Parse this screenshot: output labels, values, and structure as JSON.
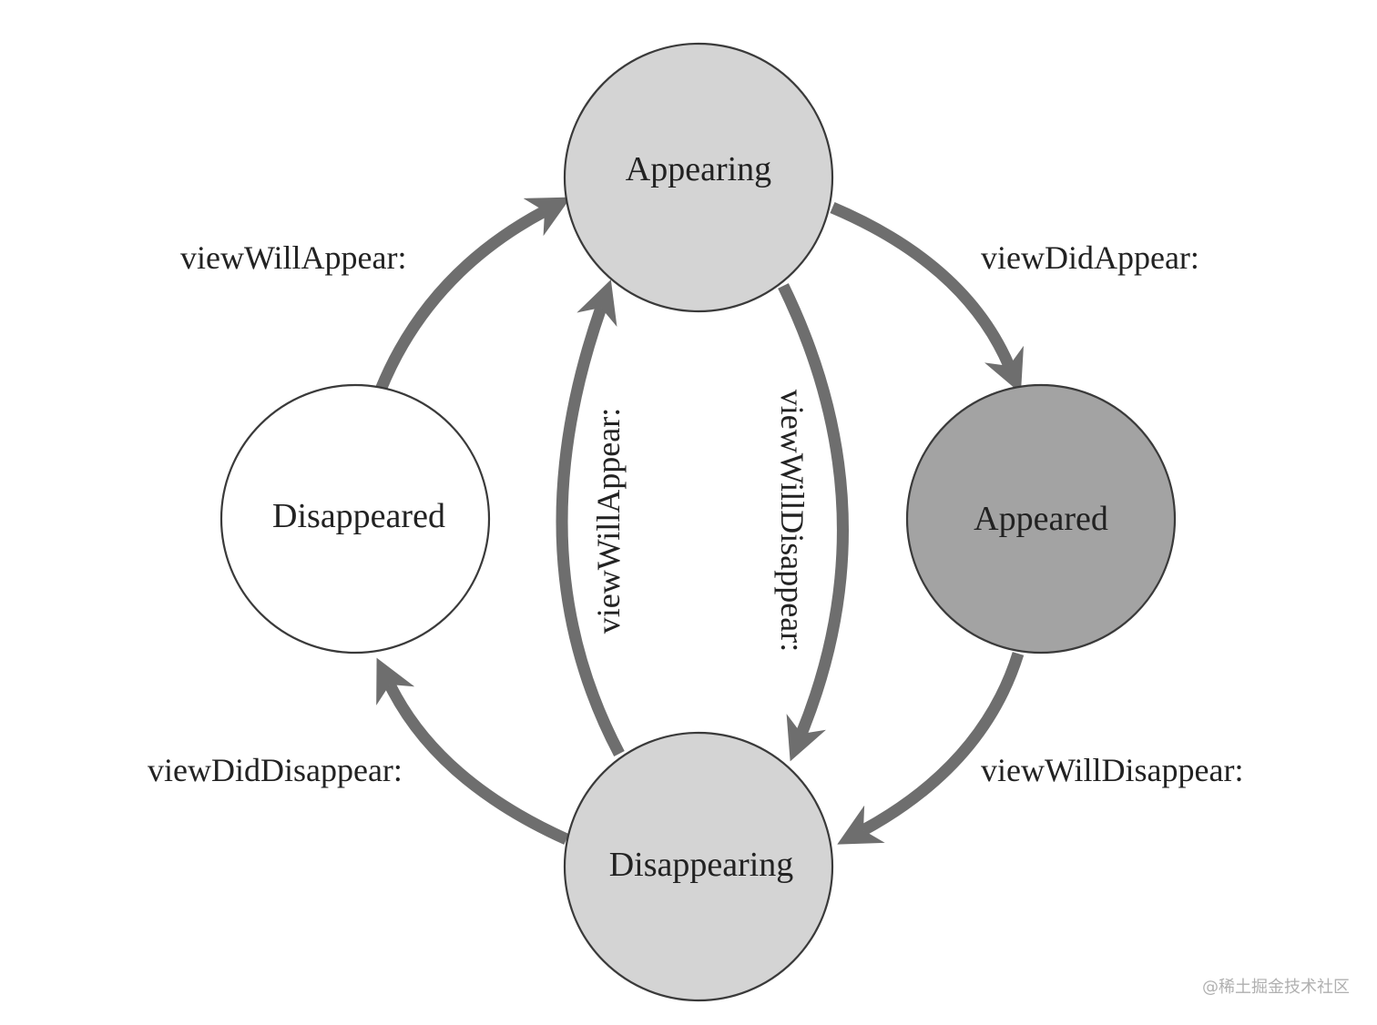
{
  "nodes": {
    "appearing": {
      "label": "Appearing",
      "fill": "#d4d4d4"
    },
    "appeared": {
      "label": "Appeared",
      "fill": "#a3a3a3"
    },
    "disappearing": {
      "label": "Disappearing",
      "fill": "#d4d4d4"
    },
    "disappeared": {
      "label": "Disappeared",
      "fill": "#ffffff"
    }
  },
  "edges": {
    "disappeared_to_appearing": "viewWillAppear:",
    "appearing_to_appeared": "viewDidAppear:",
    "appeared_to_disappearing": "viewWillDisappear:",
    "disappearing_to_disappeared": "viewDidDisappear:",
    "disappearing_to_appearing": "viewWillAppear:",
    "appearing_to_disappearing": "viewWillDisappear:"
  },
  "colors": {
    "arrow": "#6e6e6e",
    "outline": "#3a3a3a"
  },
  "watermark": "@稀土掘金技术社区"
}
